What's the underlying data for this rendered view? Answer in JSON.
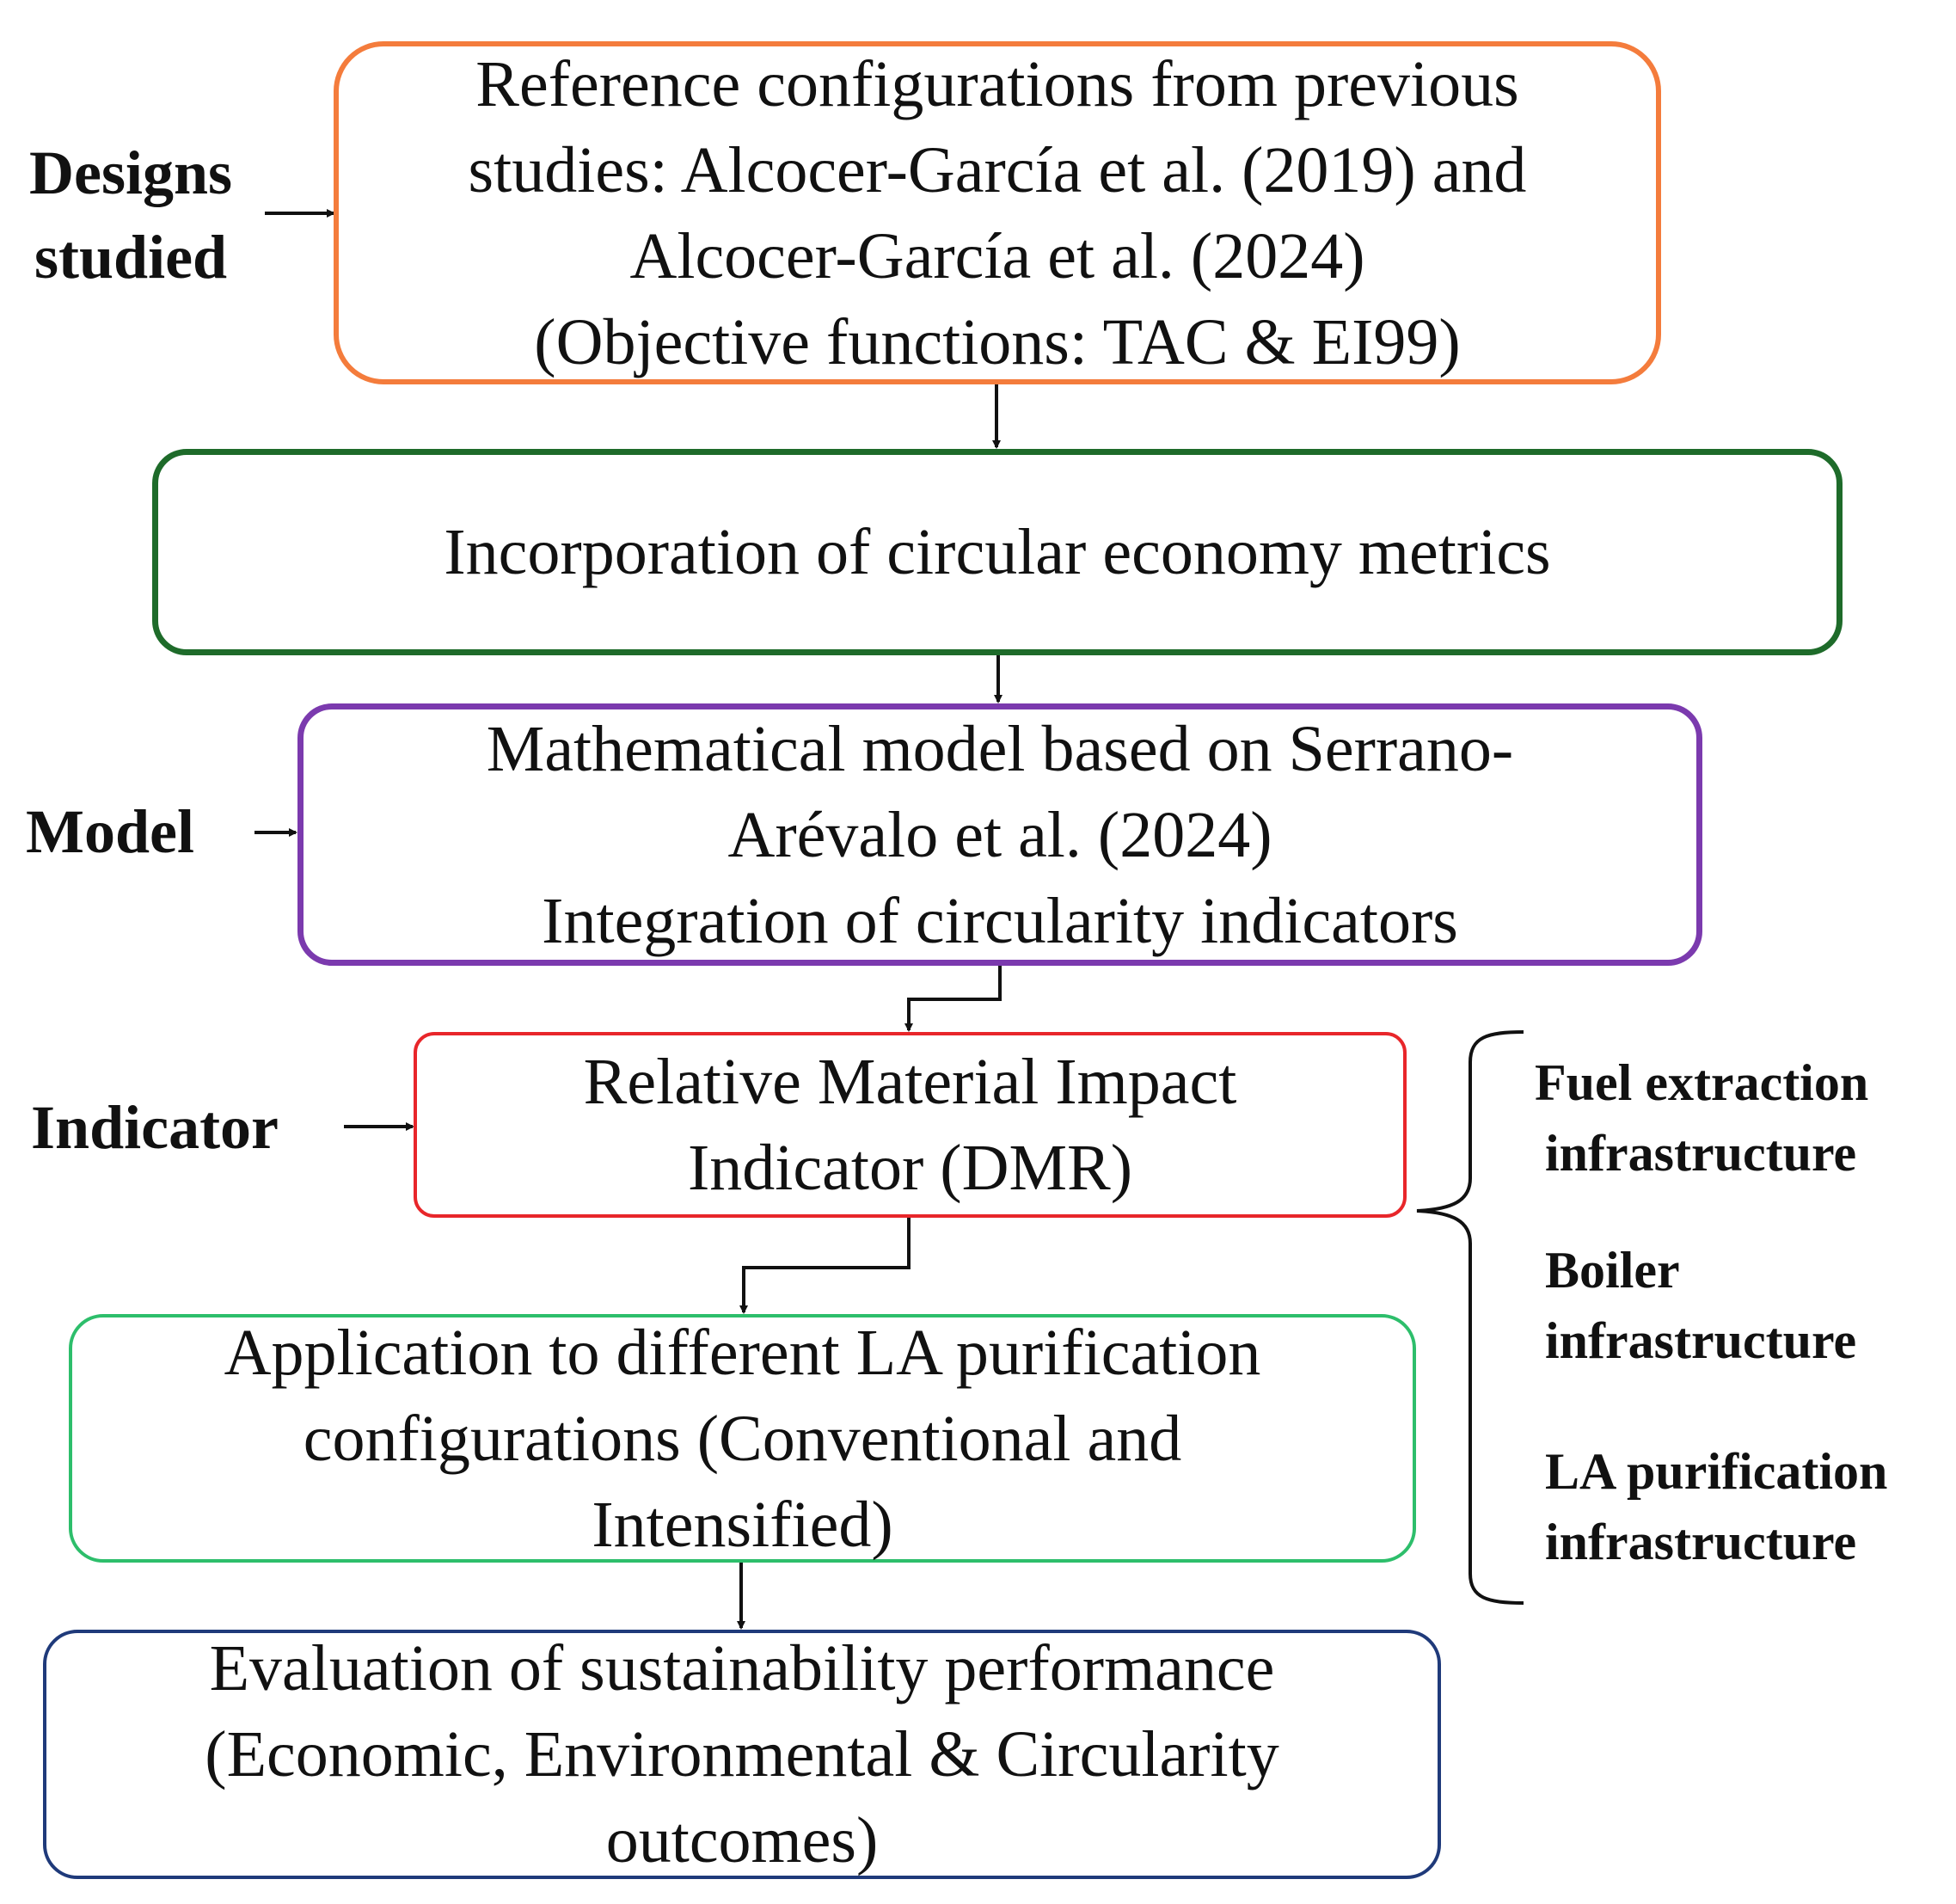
{
  "colors": {
    "box1_border": "#F47C3C",
    "box2_border": "#1E6B2A",
    "box3_border": "#7B3AAE",
    "box4_border": "#E8262A",
    "box5_border": "#2DBE6B",
    "box6_border": "#1F3A7A",
    "arrows": "#111111"
  },
  "side_labels": {
    "designs": {
      "line1": "Designs",
      "line2": "studied"
    },
    "model": "Model",
    "indicator": "Indicator"
  },
  "boxes": {
    "reference": {
      "line1": "Reference configurations from previous",
      "line2": "studies: Alcocer-García et al. (2019) and",
      "line3": "Alcocer-García et al. (2024)",
      "line4": "(Objective functions: TAC & EI99)"
    },
    "circular": {
      "line1": "Incorporation of circular economy metrics"
    },
    "model": {
      "line1": "Mathematical model based on Serrano-",
      "line2": "Arévalo et al. (2024)",
      "line3": "Integration of circularity indicators"
    },
    "indicator": {
      "line1": "Relative Material Impact",
      "line2": "Indicator (DMR)"
    },
    "application": {
      "line1": "Application to different LA purification",
      "line2": "configurations (Conventional and",
      "line3": "Intensified)"
    },
    "evaluation": {
      "line1": "Evaluation of sustainability performance",
      "line2": "(Economic, Environmental & Circularity",
      "line3": "outcomes)"
    }
  },
  "brace_items": [
    {
      "line1": "Fuel extraction",
      "line2": "infrastructure"
    },
    {
      "line1": "Boiler",
      "line2": "infrastructure"
    },
    {
      "line1": "LA purification",
      "line2": "infrastructure"
    }
  ]
}
